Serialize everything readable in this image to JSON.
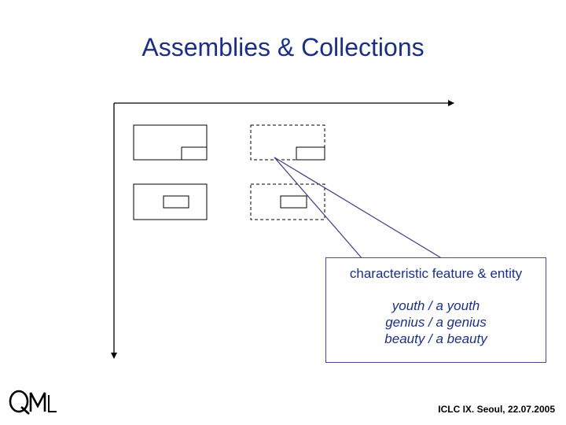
{
  "slide": {
    "title": "Assemblies & Collections",
    "callout": {
      "heading": "characteristic feature & entity",
      "examples": [
        "youth / a youth",
        "genius / a genius",
        "beauty / a beauty"
      ]
    },
    "logo_text": "QML",
    "footer": "ICLC IX. Seoul, 22.07.2005"
  },
  "colors": {
    "title": "#1b2f86",
    "lines": "#000000",
    "callout_pointer": "#3b3b8a"
  }
}
